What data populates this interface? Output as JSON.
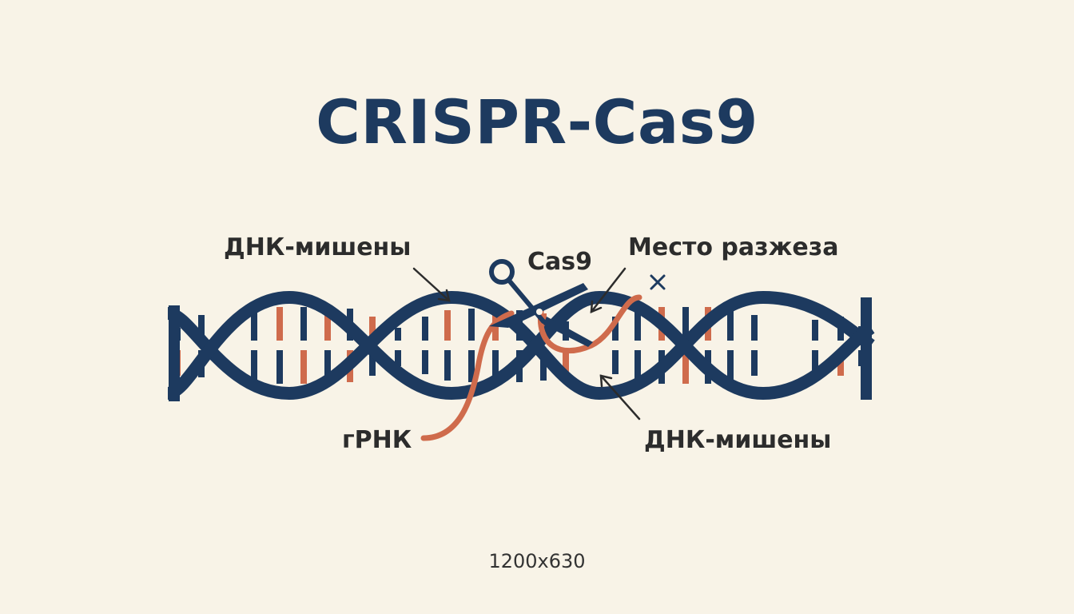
{
  "title": "CRISPR-Cas9",
  "labels": {
    "dna_top": "ДНК-мишены",
    "cas9": "Cas9",
    "cut_site": "Место разжеза",
    "grna": "гРНК",
    "dna_bottom": "ДНК-мишены"
  },
  "footer": "1200x630",
  "colors": {
    "background": "#f8f3e7",
    "dna_strand": "#1d3a5f",
    "base_pair_accent": "#cf6b4c",
    "text": "#2c2c2c"
  },
  "icons": [
    "scissors-icon",
    "cut-mark-icon"
  ]
}
